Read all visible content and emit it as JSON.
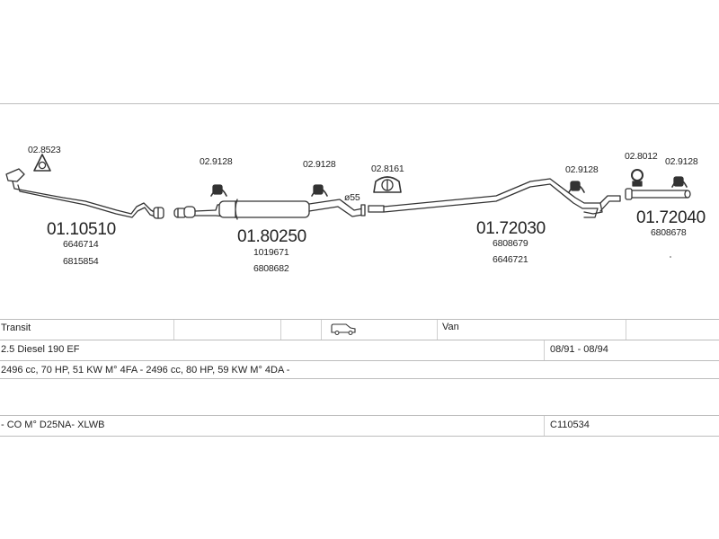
{
  "parts": [
    {
      "number": "01.10510",
      "refs": [
        "6646714",
        "6815854"
      ]
    },
    {
      "number": "01.80250",
      "refs": [
        "1019671",
        "6808682"
      ]
    },
    {
      "number": "01.72030",
      "refs": [
        "6808679",
        "6646721"
      ]
    },
    {
      "number": "01.72040",
      "refs": [
        "6808678"
      ]
    }
  ],
  "accessories": [
    "02.8523",
    "02.9128",
    "02.9128",
    "02.8161",
    "02.9128",
    "02.8012",
    "02.9128"
  ],
  "diameter_label": "ø55",
  "vehicle": {
    "model": "Transit",
    "body_type": "Van",
    "engine": "2.5 Diesel 190 EF",
    "years": "08/91 - 08/94",
    "specs": "2496 cc, 70 HP, 51 KW M° 4FA - 2496 cc, 80 HP, 59 KW M° 4DA -",
    "variant": "- CO M° D25NA- XLWB",
    "code": "C110534"
  },
  "icons": {
    "vehicle": "van-icon"
  },
  "colors": {
    "line": "#333333",
    "separator": "#bdbdbd",
    "text": "#222222"
  }
}
